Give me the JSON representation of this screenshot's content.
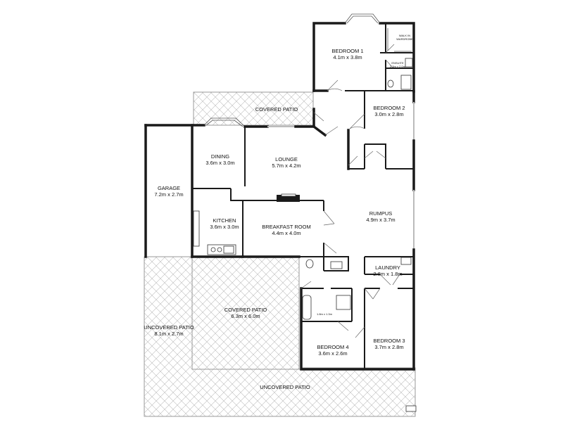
{
  "rooms": {
    "bedroom1": {
      "name": "BEDROOM 1",
      "size": "4.1m x 3.8m"
    },
    "walk_in": {
      "line1": "WALK IN",
      "line2": "WARDROBE"
    },
    "ensuite": {
      "name": "ENSUITE",
      "size": "2.3m x 2.0m"
    },
    "bedroom2": {
      "name": "BEDROOM 2",
      "size": "3.0m x 2.8m"
    },
    "covered_patio_top": {
      "name": "COVERED PATIO"
    },
    "dining": {
      "name": "DINING",
      "size": "3.6m x 3.0m"
    },
    "lounge": {
      "name": "LOUNGE",
      "size": "5.7m x 4.2m"
    },
    "garage": {
      "name": "GARAGE",
      "size": "7.2m x 2.7m"
    },
    "rumpus": {
      "name": "RUMPUS",
      "size": "4.9m x 3.7m"
    },
    "kitchen": {
      "name": "KITCHEN",
      "size": "3.6m x 3.0m"
    },
    "breakfast": {
      "name": "BREAKFAST ROOM",
      "size": "4.4m x 4.0m"
    },
    "laundry": {
      "name": "LAUNDRY",
      "size": "2.8m x 1.8m"
    },
    "covered_patio": {
      "name": "COVERED PATIO",
      "size": "6.3m x 6.0m"
    },
    "bath": {
      "size": "1.8m x 1.3m"
    },
    "uncovered_patio_side": {
      "name": "UNCOVERED PATIO",
      "size": "8.1m x 2.7m"
    },
    "bedroom4": {
      "name": "BEDROOM 4",
      "size": "3.6m x 2.6m"
    },
    "bedroom3": {
      "name": "BEDROOM 3",
      "size": "3.7m x 2.8m"
    },
    "uncovered_patio_bottom": {
      "name": "UNCOVERED PATIO"
    }
  }
}
